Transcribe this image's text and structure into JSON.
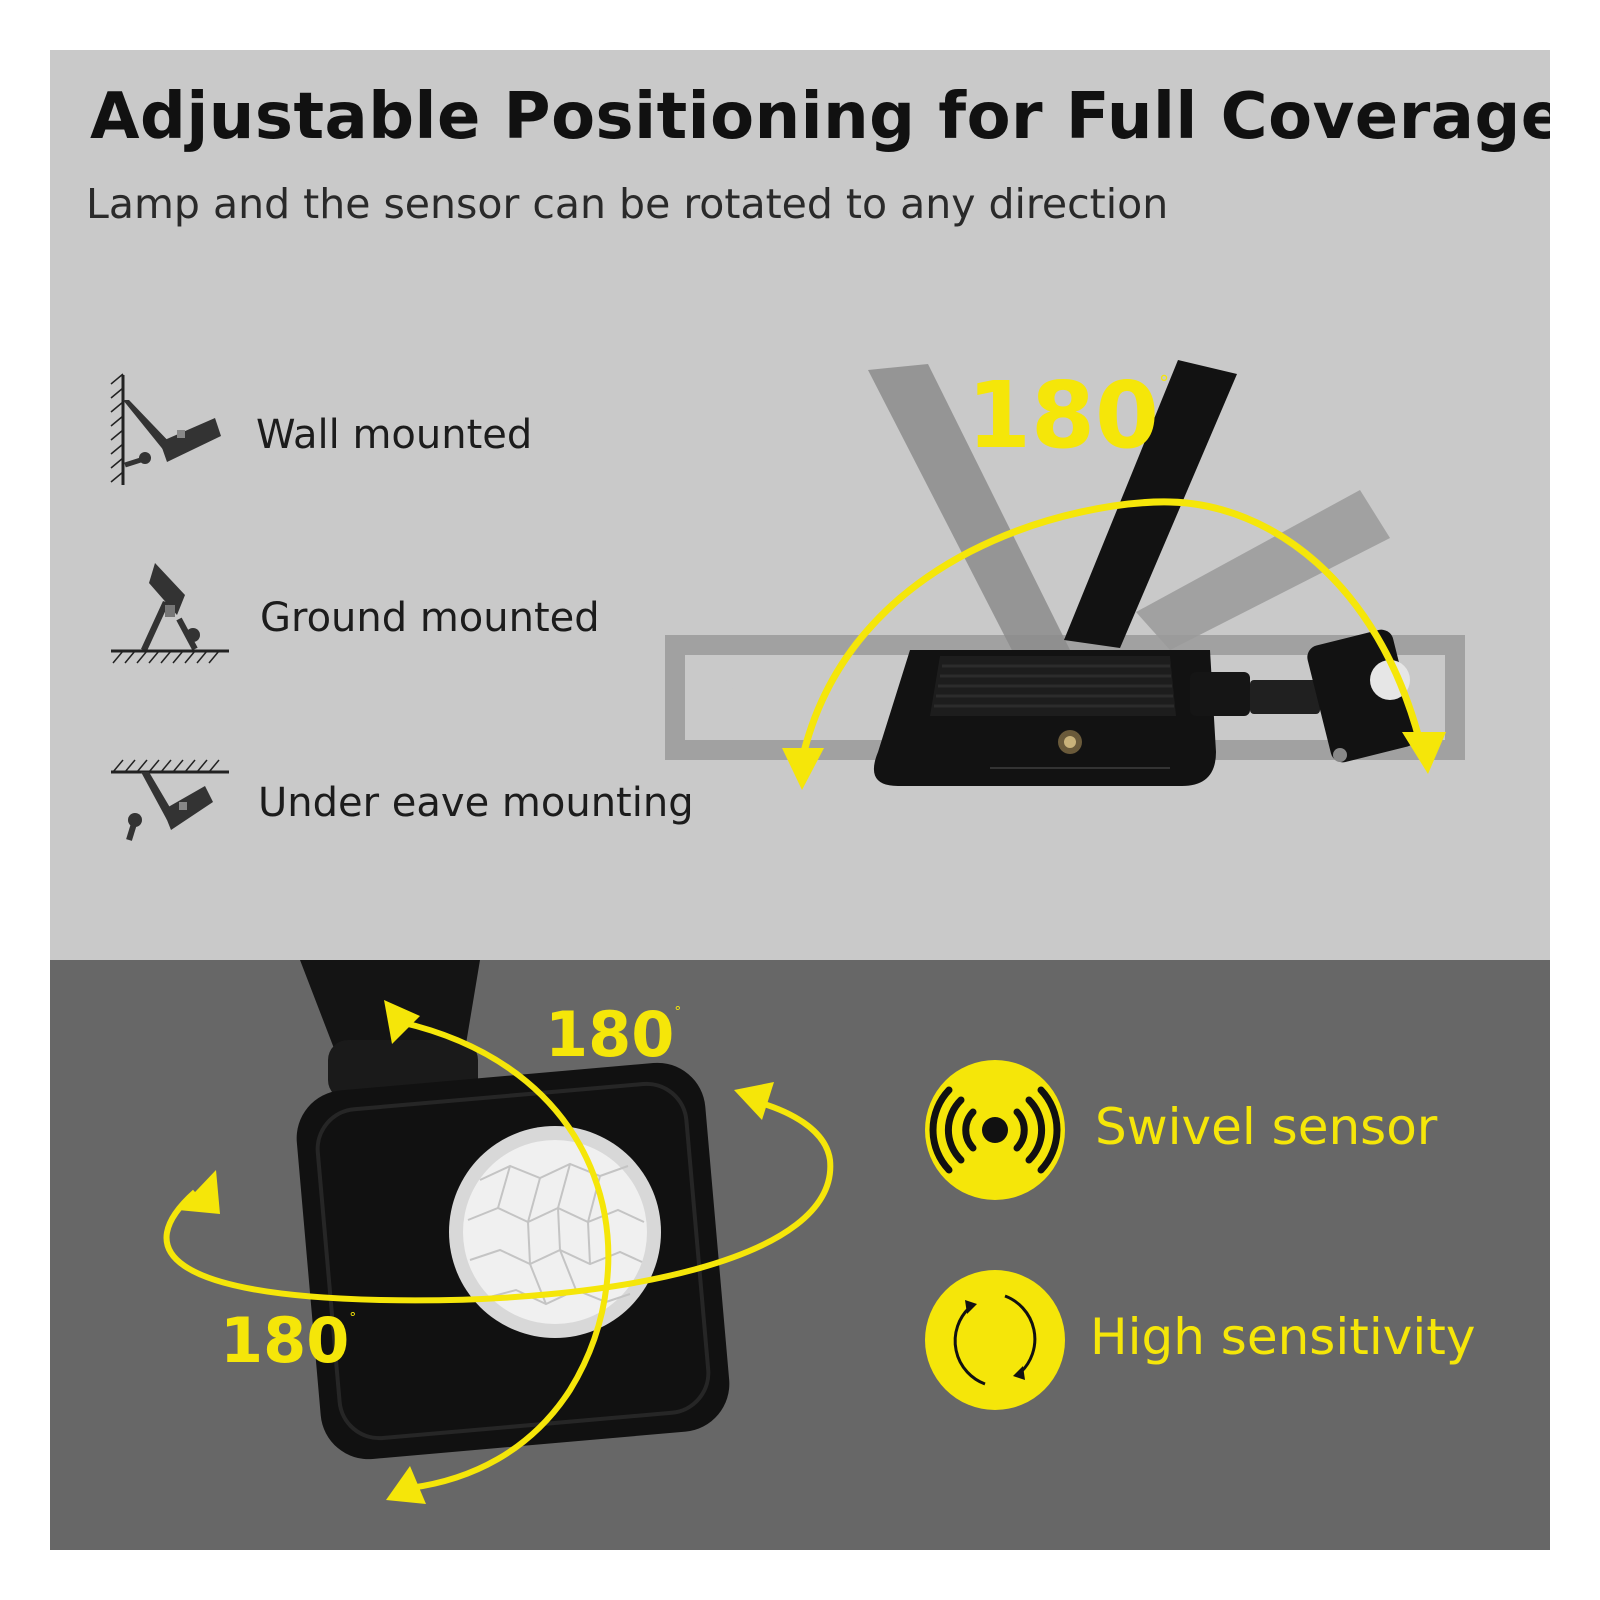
{
  "header": {
    "title": "Adjustable Positioning for Full Coverage",
    "subtitle": "Lamp and the sensor can be rotated to any direction"
  },
  "mounting_options": [
    {
      "label": "Wall mounted",
      "icon": "wall-mount-icon"
    },
    {
      "label": "Ground mounted",
      "icon": "ground-mount-icon"
    },
    {
      "label": "Under eave mounting",
      "icon": "eave-mount-icon"
    }
  ],
  "lamp_rotation": {
    "degrees": "180",
    "unit": "°"
  },
  "sensor_rotation": {
    "vertical": {
      "degrees": "180",
      "unit": "°"
    },
    "horizontal": {
      "degrees": "180",
      "unit": "°"
    }
  },
  "features": [
    {
      "label": "Swivel sensor",
      "icon": "signal-waves-icon"
    },
    {
      "label": "High sensitivity",
      "icon": "rotate-arrows-icon"
    }
  ],
  "colors": {
    "accent": "#f5e609",
    "top_panel": "#c9c9c9",
    "bottom_panel": "#676767",
    "device": "#111111"
  }
}
